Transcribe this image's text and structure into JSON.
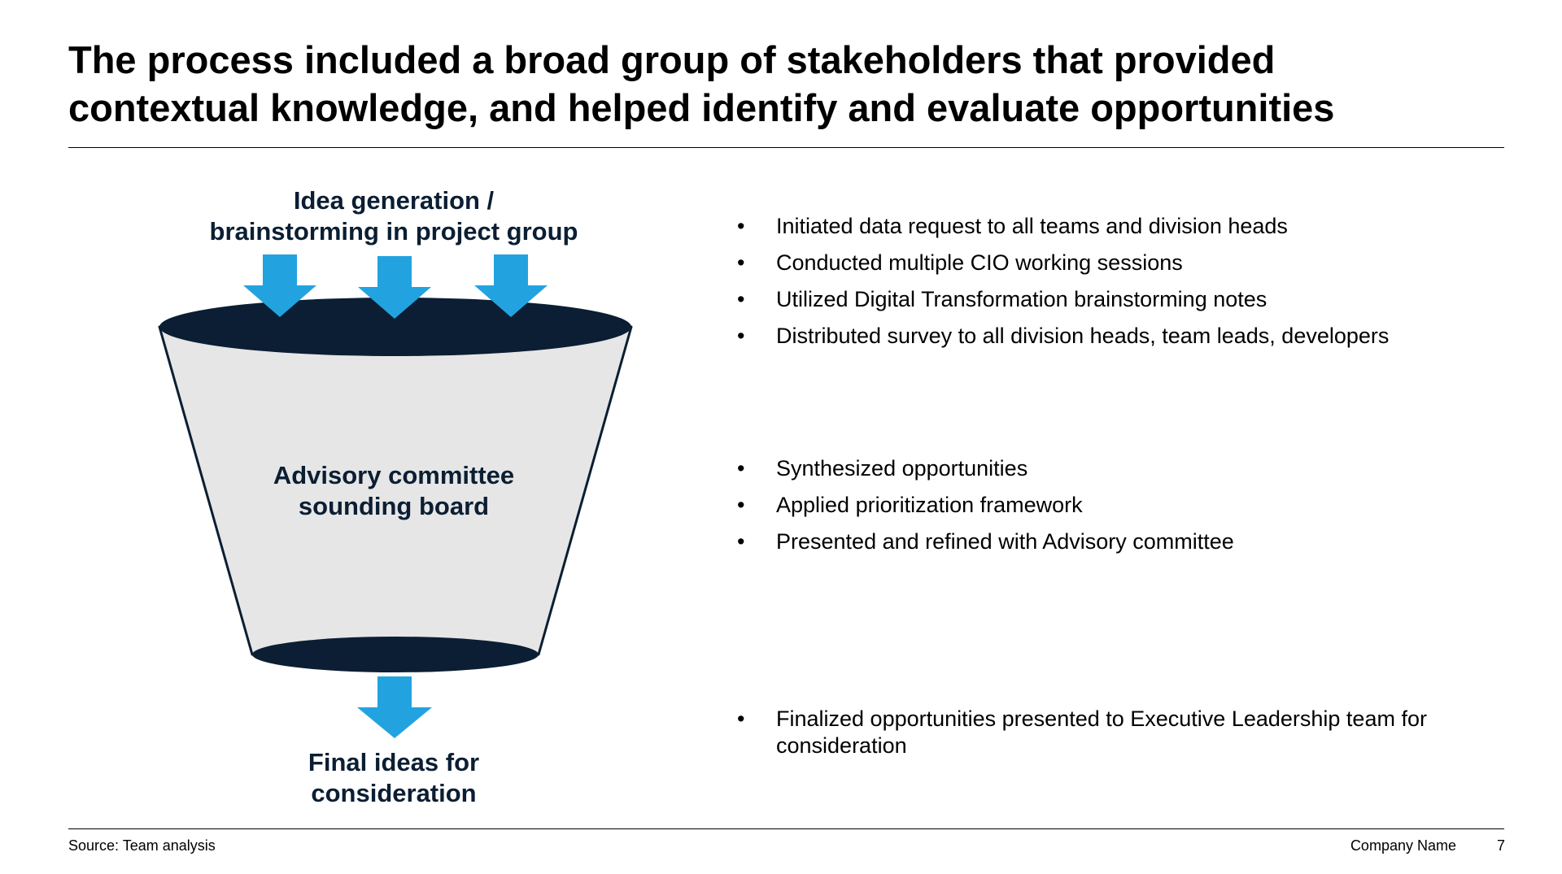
{
  "title": {
    "line1": "The process included a broad group of stakeholders that provided",
    "line2": "contextual knowledge, and helped identify and evaluate opportunities"
  },
  "funnel": {
    "top_label": {
      "line1": "Idea generation /",
      "line2": "brainstorming in project group"
    },
    "middle_label": {
      "line1": "Advisory committee",
      "line2": "sounding board"
    },
    "bottom_label": {
      "line1": "Final ideas for",
      "line2": "consideration"
    },
    "colors": {
      "rim": "#0b1e33",
      "body": "#e6e6e6",
      "arrow": "#22a3e0",
      "label": "#0b1e33"
    }
  },
  "bullets": {
    "group1": [
      "Initiated data request to all teams and division heads",
      "Conducted multiple CIO working sessions",
      "Utilized Digital Transformation brainstorming notes",
      "Distributed survey to all division heads, team leads, developers"
    ],
    "group2": [
      "Synthesized opportunities",
      "Applied prioritization framework",
      "Presented and refined with Advisory committee"
    ],
    "group3": [
      "Finalized opportunities presented to Executive Leadership team for consideration"
    ],
    "marker": "•"
  },
  "footer": {
    "source": "Source: Team analysis",
    "company": "Company Name",
    "page_number": "7"
  }
}
